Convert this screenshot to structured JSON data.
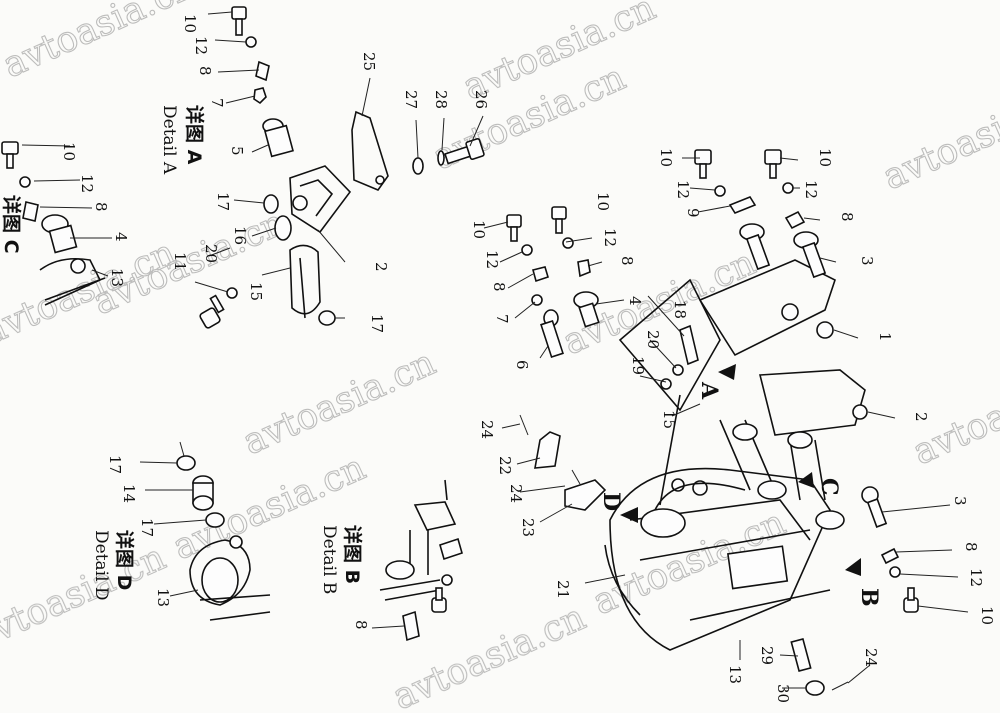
{
  "callouts": {
    "c10a": "10",
    "c12a": "12",
    "c8a": "8",
    "c7a": "7",
    "c5a": "5",
    "c17a": "17",
    "c16a": "16",
    "c20a": "20",
    "c11a": "11",
    "c15a": "15",
    "c2a": "2",
    "c17b": "17",
    "c25": "25",
    "c27": "27",
    "c28": "28",
    "c26": "26",
    "c10c": "10",
    "c12c": "12",
    "c8c": "8",
    "c4c": "4",
    "c13c": "13",
    "c10m1": "10",
    "c12m1": "12",
    "c9m": "9",
    "c10m2": "10",
    "c12m2": "12",
    "c8m1": "8",
    "c3m1": "3",
    "c10m3": "10",
    "c12m3": "12",
    "c8m2": "8",
    "c10m4": "10",
    "c12m4": "12",
    "c8m3": "8",
    "c7m": "7",
    "c6m": "6",
    "c4m": "4",
    "c18m": "18",
    "c20m": "20",
    "c19m": "19",
    "c1m": "1",
    "c2m": "2",
    "c15m": "15",
    "c24m1": "24",
    "c22m": "22",
    "c24m2": "24",
    "c23m": "23",
    "c21m": "21",
    "c3m2": "3",
    "c8m4": "8",
    "c12m5": "12",
    "c10m5": "10",
    "c29m": "29",
    "c30m": "30",
    "c24m3": "24",
    "c13m": "13",
    "c17d1": "17",
    "c14d": "14",
    "c17d2": "17",
    "c13d": "13",
    "c8b": "8"
  },
  "labels": {
    "detailA_cn": "详图 A",
    "detailA_en": "Detail A",
    "detailD_cn": "详图 D",
    "detailD_en": "Detail D",
    "detailB_cn": "详图 B",
    "detailB_en": "Detail B",
    "detailC_cn": "详图 C",
    "viewA": "A",
    "viewB": "B",
    "viewC": "C",
    "viewD": "D"
  },
  "watermark": "avtoasia.cn"
}
